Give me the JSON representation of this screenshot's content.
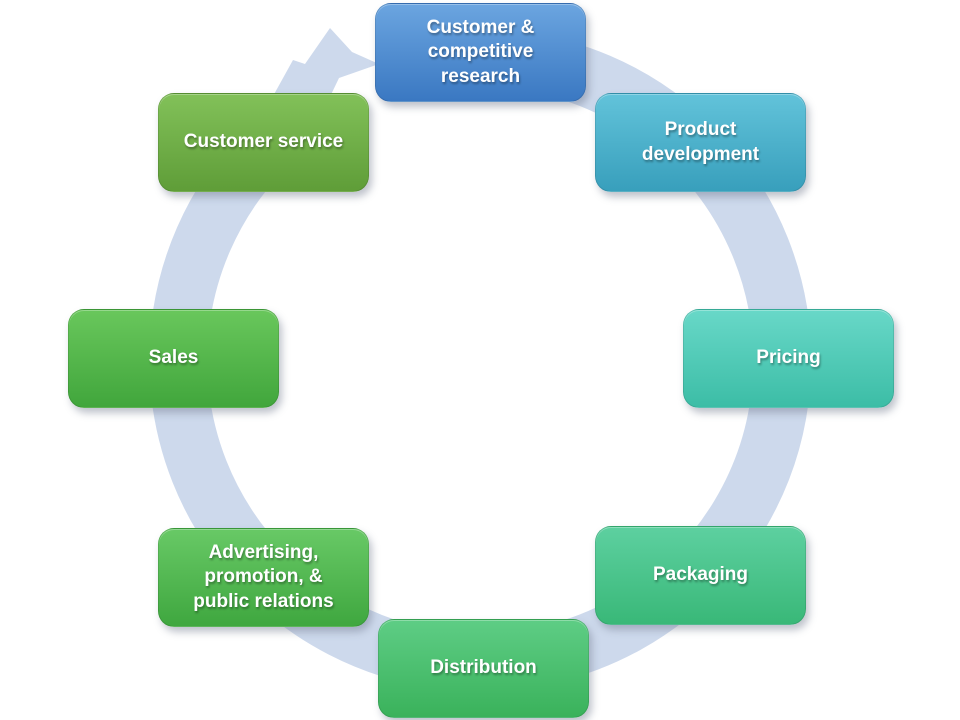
{
  "diagram": {
    "type": "cycle",
    "direction": "clockwise",
    "background_color": "#ffffff",
    "text_color": "#ffffff",
    "ring": {
      "color": "#cdd9ec",
      "arrowhead": "clockwise-arrow-head"
    },
    "nodes": [
      {
        "id": "customer-competitive-research",
        "label": "Customer &\ncompetitive\nresearch",
        "position": "top",
        "color_top": "#6ba5e0",
        "color_bottom": "#3a78c2"
      },
      {
        "id": "product-development",
        "label": "Product\ndevelopment",
        "position": "top-right",
        "color_top": "#62c3da",
        "color_bottom": "#389fbc"
      },
      {
        "id": "pricing",
        "label": "Pricing",
        "position": "right",
        "color_top": "#68d8c8",
        "color_bottom": "#3cbda6"
      },
      {
        "id": "packaging",
        "label": "Packaging",
        "position": "bottom-right",
        "color_top": "#5dd0a0",
        "color_bottom": "#39b878"
      },
      {
        "id": "distribution",
        "label": "Distribution",
        "position": "bottom",
        "color_top": "#5ecd85",
        "color_bottom": "#3ab25b"
      },
      {
        "id": "advertising-promotion-pr",
        "label": "Advertising,\npromotion, &\npublic relations",
        "position": "bottom-left",
        "color_top": "#68c966",
        "color_bottom": "#3fa73f"
      },
      {
        "id": "sales",
        "label": "Sales",
        "position": "left",
        "color_top": "#69c75c",
        "color_bottom": "#41a63c"
      },
      {
        "id": "customer-service",
        "label": "Customer service",
        "position": "top-left",
        "color_top": "#82c159",
        "color_bottom": "#5f9d38"
      }
    ]
  }
}
